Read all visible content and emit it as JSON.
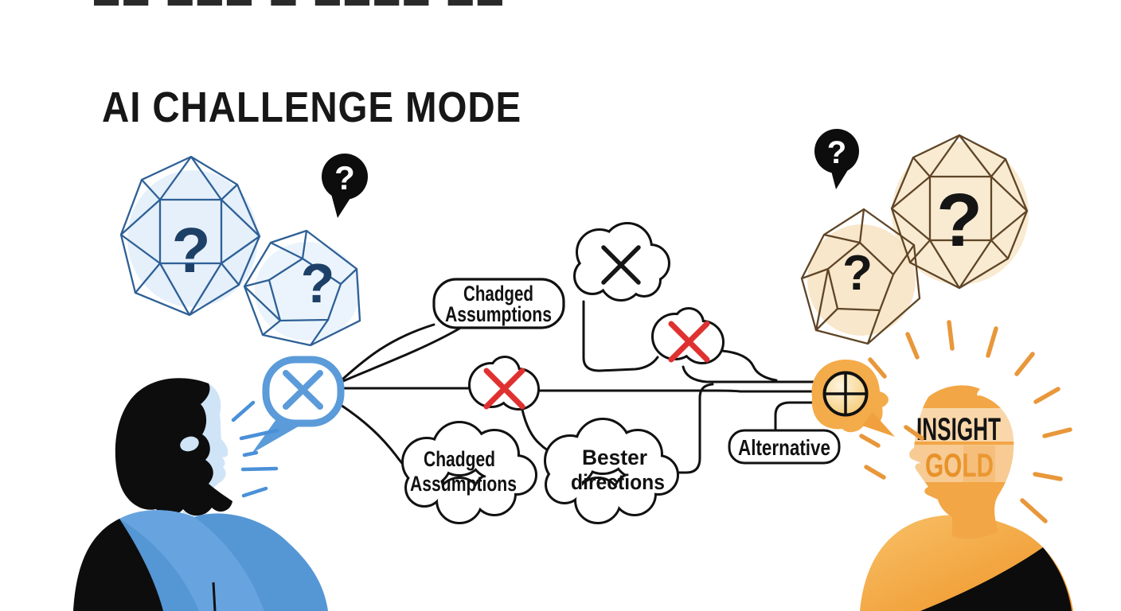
{
  "title": "AI CHALLENGE MODE",
  "top_fragment": "██ ███ █ ████ ██ ███ ██ █ ███",
  "nodes": {
    "box_top": {
      "line1": "Chadged",
      "line2": "Assumptions"
    },
    "cloud_bottom": {
      "line1": "Chadged",
      "line2": "Assumptions"
    },
    "better": {
      "line1": "Bester",
      "line2": "directions"
    },
    "alternative": {
      "label": "Alternative"
    }
  },
  "qm": {
    "left_bubble": "?",
    "left_large": "?",
    "left_small": "?",
    "right_bubble": "?",
    "right_large": "?",
    "right_small": "?"
  },
  "insight": {
    "line1": "INSIGHT",
    "line2": "GOLD"
  },
  "colors": {
    "accent_blue": "#5b9bd9",
    "x_red": "#e03131",
    "glow_orange": "#f3a843",
    "gold_text": "#e8922a",
    "wire_blue": "#2e6096",
    "wire_tan": "#5f4526",
    "ink": "#111111"
  }
}
